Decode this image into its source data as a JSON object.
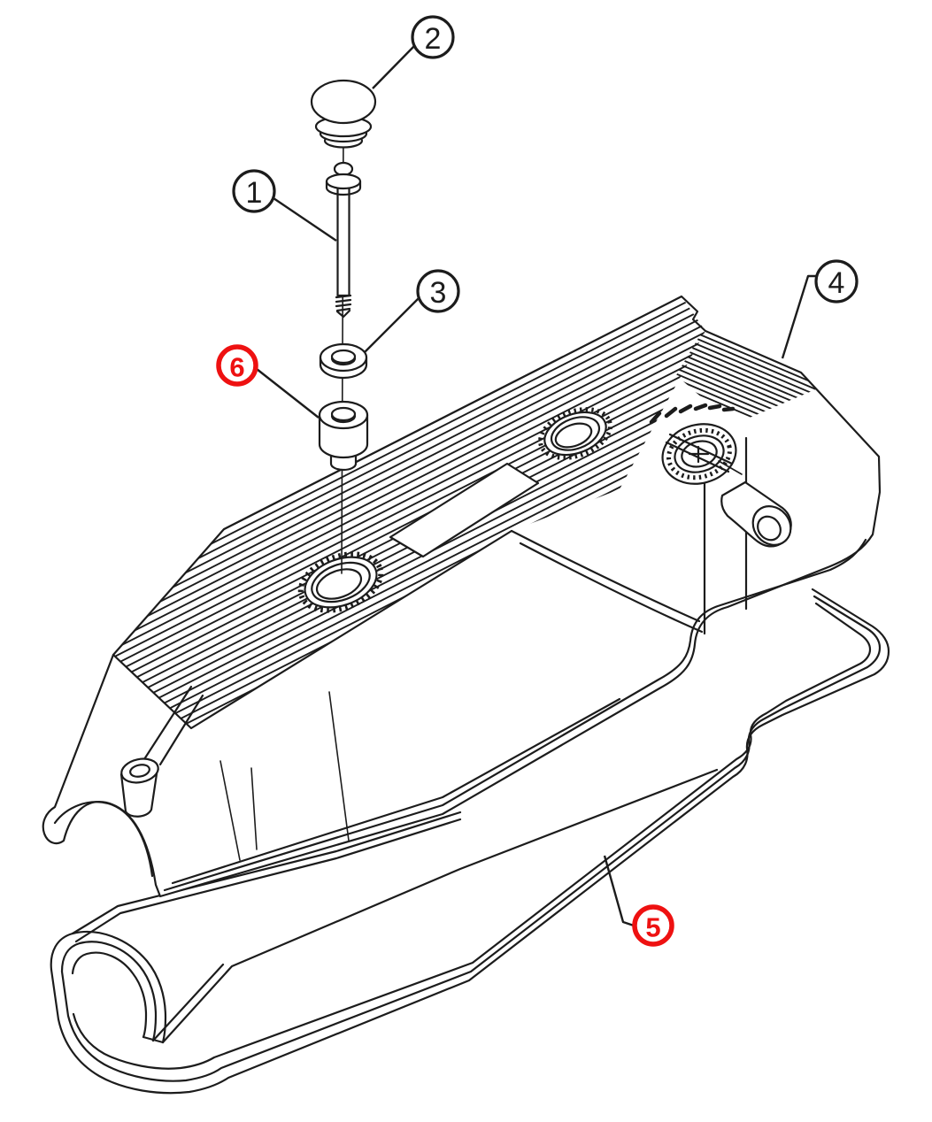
{
  "diagram": {
    "type": "exploded-parts-line-drawing",
    "background": "#ffffff",
    "line_color": "#1c1c1c",
    "highlight_color": "#ee1111",
    "callouts": [
      {
        "label": "1",
        "color": "black"
      },
      {
        "label": "2",
        "color": "black"
      },
      {
        "label": "3",
        "color": "black"
      },
      {
        "label": "4",
        "color": "black"
      },
      {
        "label": "5",
        "color": "red"
      },
      {
        "label": "6",
        "color": "red"
      }
    ]
  }
}
